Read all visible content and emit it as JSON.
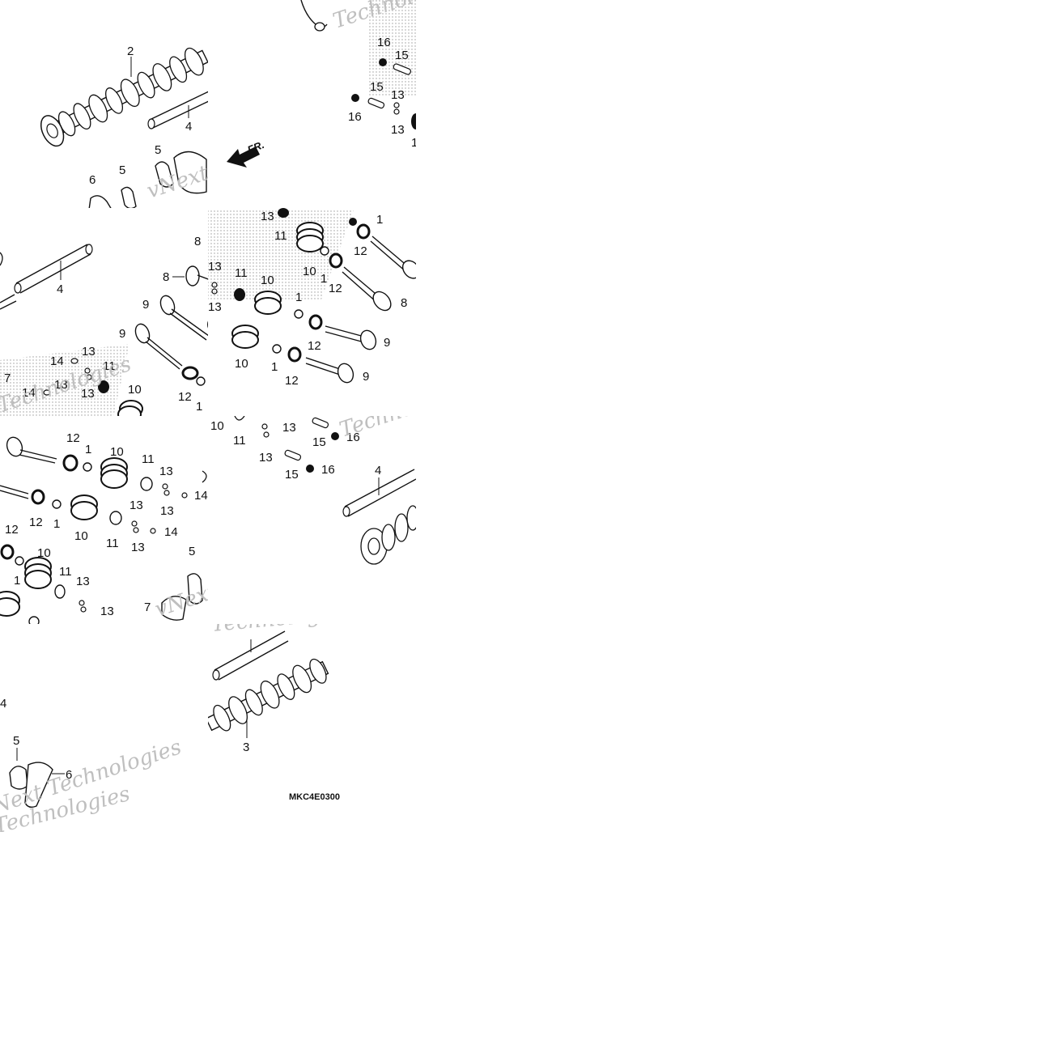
{
  "diagram": {
    "reference_code": "MKC4E0300",
    "front_marker": "FR.",
    "watermarks": [
      "vNext Technologies",
      "Technologies",
      "Techno"
    ],
    "callouts": [
      "1",
      "2",
      "3",
      "4",
      "5",
      "6",
      "7",
      "8",
      "9",
      "10",
      "11",
      "12",
      "13",
      "14",
      "15",
      "16"
    ]
  }
}
